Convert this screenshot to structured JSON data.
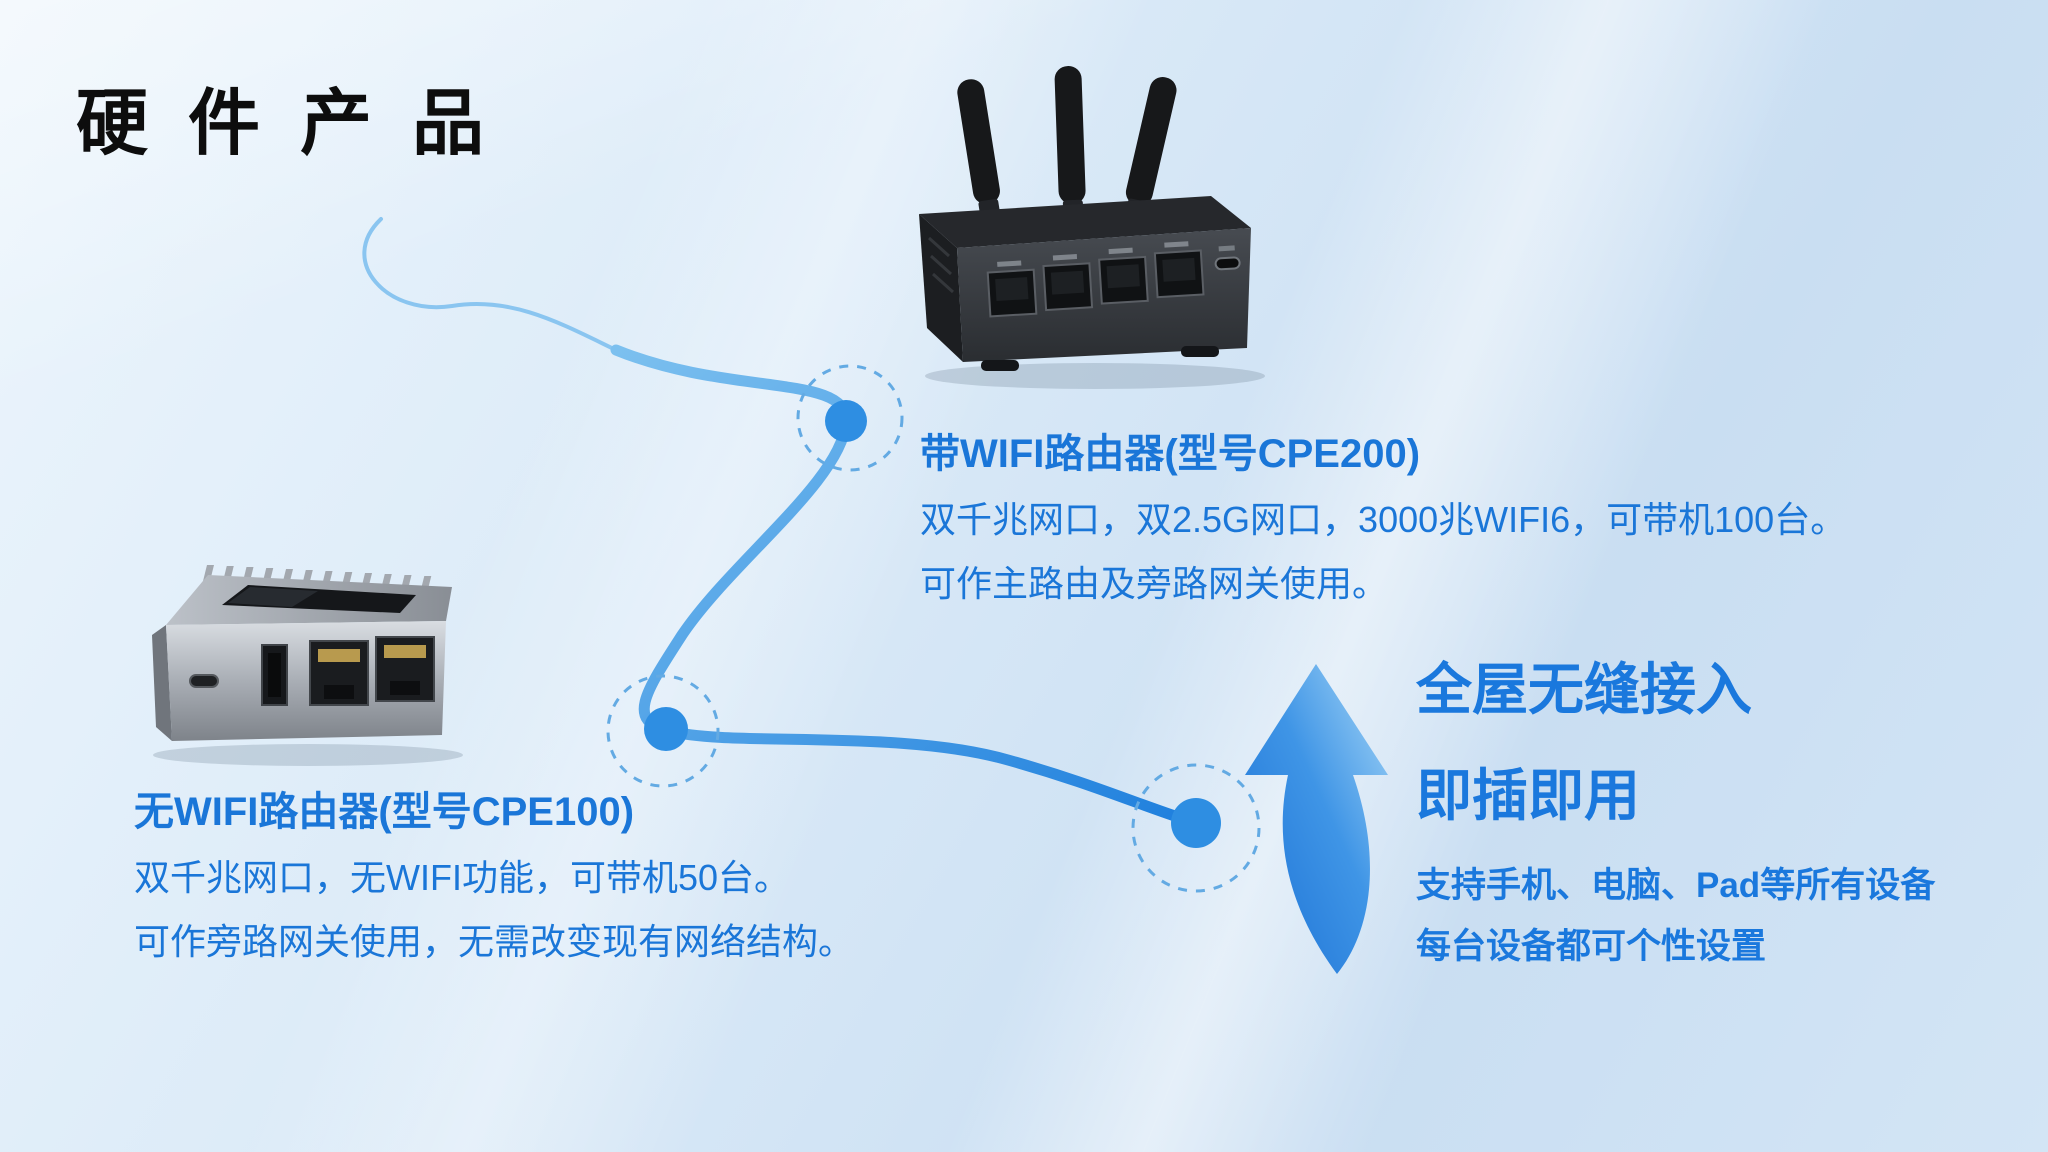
{
  "page": {
    "title": "硬 件 产 品"
  },
  "products": {
    "cpe200": {
      "name": "带WIFI路由器(型号CPE200)",
      "desc1": "双千兆网口，双2.5G网口，3000兆WIFI6，可带机100台。",
      "desc2": "可作主路由及旁路网关使用。"
    },
    "cpe100": {
      "name": "无WIFI路由器(型号CPE100)",
      "desc1": "双千兆网口，无WIFI功能，可带机50台。",
      "desc2": "可作旁路网关使用，无需改变现有网络结构。"
    }
  },
  "features": {
    "headline1": "全屋无缝接入",
    "headline2": "即插即用",
    "detail1": "支持手机、电脑、Pad等所有设备",
    "detail2": "每台设备都可个性设置"
  },
  "colors": {
    "accent_blue": "#1a76d8",
    "line_blue": "#2e8ee2",
    "title_black": "#0d0d0d",
    "background_light": "#dcebf8"
  },
  "icons": {
    "cpe200_image": "wifi-router-with-three-antennas",
    "cpe100_image": "mini-router-two-ports",
    "connector": "curved-connection-line-with-nodes",
    "arrow": "up-arrow"
  }
}
